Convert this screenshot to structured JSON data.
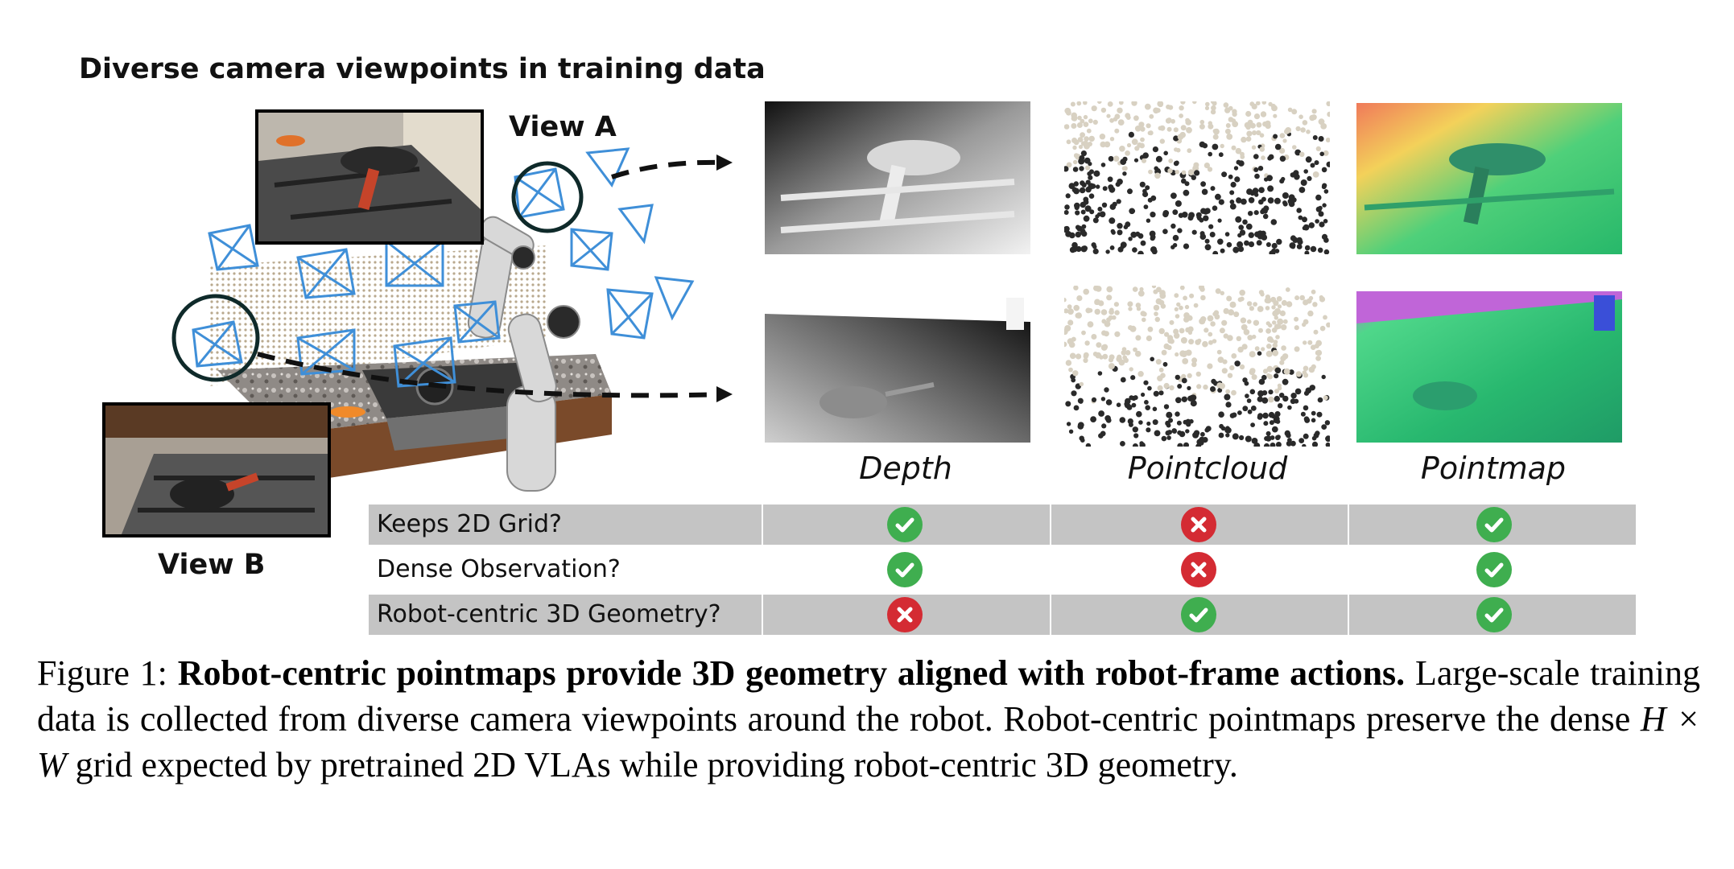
{
  "figure": {
    "title": "Diverse camera viewpoints in training data",
    "view_a_label": "View A",
    "view_b_label": "View B",
    "columns": [
      "Depth",
      "Pointcloud",
      "Pointmap"
    ]
  },
  "table": {
    "rows": [
      {
        "question": "Keeps 2D Grid?",
        "marks": [
          "yes",
          "no",
          "yes"
        ]
      },
      {
        "question": "Dense Observation?",
        "marks": [
          "yes",
          "no",
          "yes"
        ]
      },
      {
        "question": "Robot-centric 3D Geometry?",
        "marks": [
          "no",
          "yes",
          "yes"
        ]
      }
    ]
  },
  "caption": {
    "label": "Figure 1:",
    "bold": "Robot-centric pointmaps provide 3D geometry aligned with robot-frame actions.",
    "body_1": "Large-scale training data is collected from diverse camera viewpoints around the robot. Robot-centric pointmaps preserve the dense",
    "math": "H × W",
    "body_2": "grid expected by pretrained 2D VLAs while providing robot-centric 3D geometry."
  },
  "colors": {
    "check_green": "#3fae4f",
    "cross_red": "#d42b33",
    "row_shade": "#c4c4c4",
    "camera_blue": "#3f8fd8"
  },
  "icons": [
    "camera-frustum-icon",
    "check-icon",
    "cross-icon",
    "dashed-arrow-icon"
  ]
}
